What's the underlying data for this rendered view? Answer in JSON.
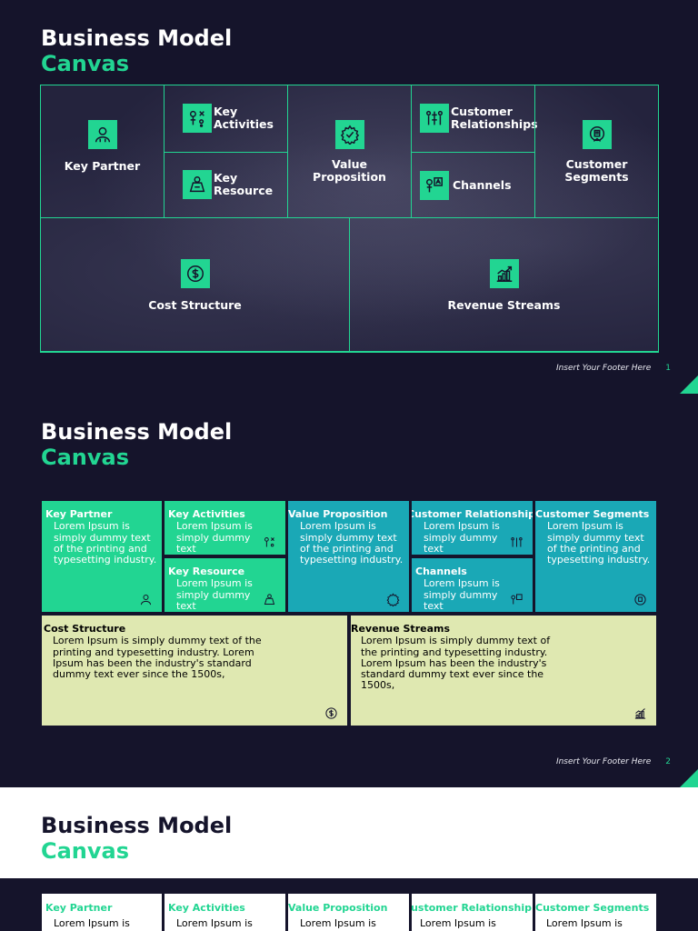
{
  "slide1": {
    "title_line1": "Business Model",
    "title_line2": "Canvas",
    "cells": {
      "key_partner": "Key Partner",
      "key_activities": "Key Activities",
      "key_resource": "Key Resource",
      "value_proposition": "Value Proposition",
      "customer_relationships": "Customer Relationships",
      "channels": "Channels",
      "customer_segments": "Customer Segments",
      "cost_structure": "Cost Structure",
      "revenue_streams": "Revenue Streams"
    },
    "footer": "Insert Your Footer Here",
    "page": "1"
  },
  "slide2": {
    "title_line1": "Business Model",
    "title_line2": "Canvas",
    "boxes": {
      "key_partner": {
        "title": "Key Partner",
        "text": "Lorem Ipsum is simply dummy text of the printing and typesetting industry."
      },
      "key_activities": {
        "title": "Key Activities",
        "text": "Lorem Ipsum is simply dummy text"
      },
      "key_resource": {
        "title": "Key Resource",
        "text": "Lorem Ipsum is simply dummy text"
      },
      "value_proposition": {
        "title": "Value Proposition",
        "text": "Lorem Ipsum is simply dummy text of the printing and typesetting industry."
      },
      "customer_relationship": {
        "title": "Customer Relationship",
        "text": "Lorem Ipsum is simply dummy text"
      },
      "channels": {
        "title": "Channels",
        "text": "Lorem Ipsum is simply dummy text"
      },
      "customer_segments": {
        "title": "Customer Segments",
        "text": "Lorem Ipsum is simply dummy text of the printing and typesetting industry."
      },
      "cost_structure": {
        "title": "Cost Structure",
        "text": "Lorem Ipsum is simply dummy text of the printing and typesetting industry. Lorem Ipsum has been the industry's standard dummy text ever since the 1500s,"
      },
      "revenue_streams": {
        "title": "Revenue Streams",
        "text": "Lorem Ipsum is simply dummy text of the printing and typesetting industry. Lorem Ipsum has been the industry's standard dummy text ever since the 1500s,"
      }
    },
    "footer": "Insert Your Footer Here",
    "page": "2"
  },
  "slide3": {
    "title_line1": "Business Model",
    "title_line2": "Canvas",
    "boxes": {
      "key_partner": {
        "title": "Key Partner",
        "text": "Lorem Ipsum is"
      },
      "key_activities": {
        "title": "Key Activities",
        "text": "Lorem Ipsum is"
      },
      "value_proposition": {
        "title": "Value Proposition",
        "text": "Lorem Ipsum is"
      },
      "customer_relationship": {
        "title": "Customer Relationship",
        "text": "Lorem Ipsum is"
      },
      "customer_segments": {
        "title": "Customer Segments",
        "text": "Lorem Ipsum is"
      }
    }
  },
  "colors": {
    "navy": "#15142b",
    "green": "#22d592",
    "teal": "#1aa8b6",
    "yellow": "#dfe8b1"
  },
  "icons": [
    "partner-icon",
    "activities-icon",
    "resource-icon",
    "value-icon",
    "relationship-icon",
    "channels-icon",
    "segments-icon",
    "cost-icon",
    "revenue-icon"
  ]
}
